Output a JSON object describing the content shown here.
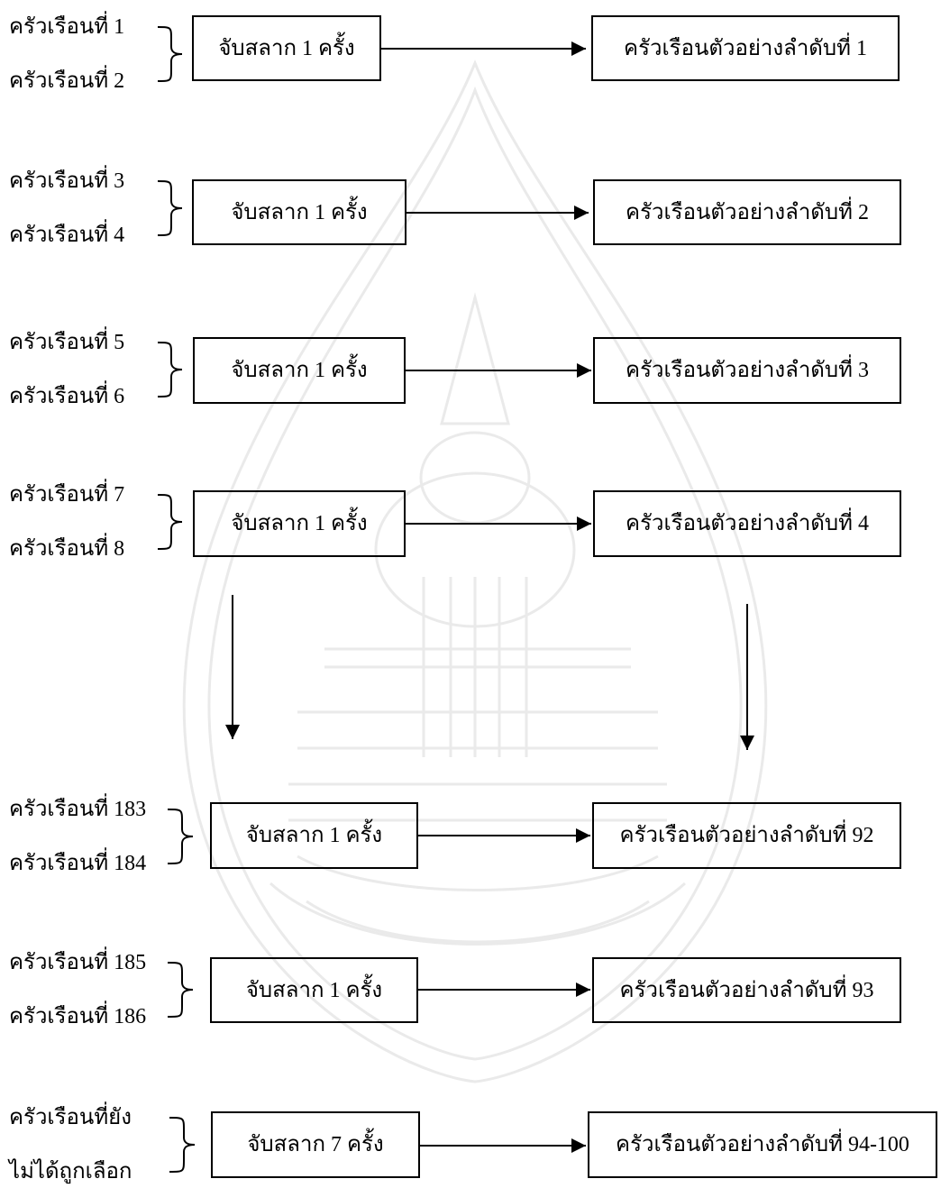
{
  "rows": [
    {
      "label_top": "ครัวเรือนที่ 1",
      "label_bottom": "ครัวเรือนที่ 2",
      "action": "จับสลาก 1 ครั้ง",
      "result": "ครัวเรือนตัวอย่างลำดับที่ 1"
    },
    {
      "label_top": "ครัวเรือนที่ 3",
      "label_bottom": "ครัวเรือนที่ 4",
      "action": "จับสลาก 1 ครั้ง",
      "result": "ครัวเรือนตัวอย่างลำดับที่ 2"
    },
    {
      "label_top": "ครัวเรือนที่ 5",
      "label_bottom": "ครัวเรือนที่ 6",
      "action": "จับสลาก 1 ครั้ง",
      "result": "ครัวเรือนตัวอย่างลำดับที่ 3"
    },
    {
      "label_top": "ครัวเรือนที่ 7",
      "label_bottom": "ครัวเรือนที่ 8",
      "action": "จับสลาก 1 ครั้ง",
      "result": "ครัวเรือนตัวอย่างลำดับที่ 4"
    },
    {
      "label_top": "ครัวเรือนที่ 183",
      "label_bottom": "ครัวเรือนที่ 184",
      "action": "จับสลาก 1 ครั้ง",
      "result": "ครัวเรือนตัวอย่างลำดับที่ 92"
    },
    {
      "label_top": "ครัวเรือนที่ 185",
      "label_bottom": "ครัวเรือนที่ 186",
      "action": "จับสลาก 1 ครั้ง",
      "result": "ครัวเรือนตัวอย่างลำดับที่ 93"
    },
    {
      "label_top": "ครัวเรือนที่ยัง",
      "label_bottom": "ไม่ได้ถูกเลือก",
      "action": "จับสลาก 7 ครั้ง",
      "result": "ครัวเรือนตัวอย่างลำดับที่ 94-100"
    }
  ]
}
